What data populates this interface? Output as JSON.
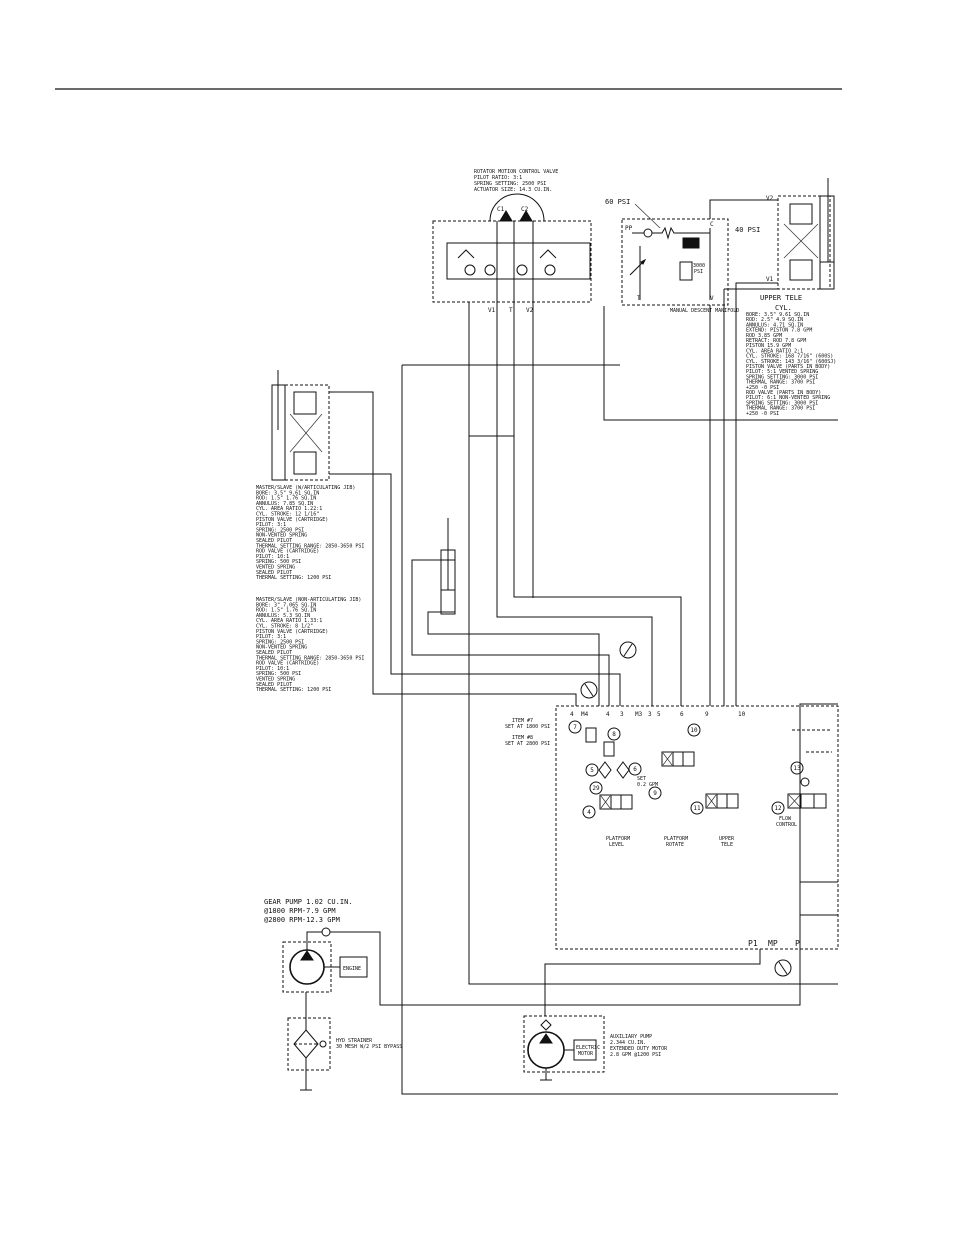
{
  "rotator_valve": {
    "label": [
      "ROTATOR MOTION CONTROL VALVE",
      "PILOT RATIO: 3:1",
      "SPRING SETTING: 2500 PSI",
      "ACTUATOR SIZE: 14.3 CU.IN."
    ],
    "c1": "C1",
    "c2": "C2",
    "v1": "V1",
    "t": "T",
    "v2": "V2"
  },
  "manual_descent": {
    "psi60": "60 PSI",
    "psi40": "40 PSI",
    "pp": "PP",
    "c": "C",
    "t": "T",
    "v": "V",
    "psi3000": [
      "3000",
      "PSI"
    ],
    "label": "MANUAL DESCENT MANIFOLD"
  },
  "upper_tele": {
    "v2": "V2",
    "v1": "V1",
    "title": "UPPER TELE",
    "cyl": "CYL.",
    "specs": [
      "BORE: 3.5\" 9.61 SQ.IN",
      "ROD: 2.5\" 4.9 SQ.IN",
      "ANNULUS: 4.71 SQ.IN",
      "EXTEND: PISTON 7.8 GPM",
      "         ROD 3.85 GPM",
      "RETRACT: ROD 7.8 GPM",
      "         PISTON 15.9 GPM",
      "CYL. AREA RATIO 2:1",
      "CYL. STROKE: 168 7/16\" (600S)",
      "CYL. STROKE: 143 3/16\" (600SJ)",
      "PISTON VALVE (PARTS IN BODY)",
      "  PILOT: 5:1 VENTED SPRING",
      "  SPRING SETTING: 3000 PSI",
      "  THERMAL RANGE: 3700 PSI",
      "  +250 -0 PSI",
      "ROD VALVE (PARTS IN BODY)",
      "  PILOT: 6:1 NON-VENTED SPRING",
      "  SPRING SETTING: 3000 PSI",
      "  THERMAL RANGE: 3700 PSI",
      "  +250 -0 PSI"
    ]
  },
  "master_slave_art": {
    "specs": [
      "MASTER/SLAVE (W/ARTICULATING JIB)",
      "BORE: 3.5\" 9.61 SQ.IN",
      "ROD: 1.5\" 1.76 SQ.IN",
      "ANNULUS: 7.85 SQ.IN",
      "CYL. AREA RATIO 1.22:1",
      "CYL. STROKE: 12 1/16\"",
      "PISTON VALVE (CARTRIDGE)",
      "  PILOT: 3:1",
      "  SPRING: 2500 PSI",
      "  NON-VENTED SPRING",
      "  SEALED PILOT",
      "  THERMAL SETTING RANGE: 2850-3650 PSI",
      "ROD VALVE (CARTRIDGE)",
      "  PILOT: 10:1",
      "  SPRING: 500 PSI",
      "  VENTED SPRING",
      "  SEALED PILOT",
      "  THERMAL SETTING: 1200 PSI"
    ]
  },
  "master_slave_non": {
    "specs": [
      "MASTER/SLAVE (NON-ARTICULATING JIB)",
      "BORE: 3\" 7.065 SQ.IN",
      "ROD: 1.5\" 1.76 SQ.IN",
      "ANNULUS: 5.3 SQ.IN",
      "CYL. AREA RATIO 1.33:1",
      "CYL. STROKE: 8 1/2\"",
      "PISTON VALVE (CARTRIDGE)",
      "  PILOT: 3:1",
      "  SPRING: 2500 PSI",
      "  NON-VENTED SPRING",
      "  SEALED PILOT",
      "  THERMAL SETTING RANGE: 2850-3650 PSI",
      "ROD VALVE (CARTRIDGE)",
      "  PILOT: 10:1",
      "  SPRING: 500 PSI",
      "  VENTED SPRING",
      "  SEALED PILOT",
      "  THERMAL SETTING: 1200 PSI"
    ]
  },
  "manifold": {
    "ports": [
      "4",
      "M4",
      "4",
      "3",
      "M3",
      "3",
      "5",
      "6",
      "9",
      "10"
    ],
    "item7": [
      "ITEM #7",
      "SET AT 1800 PSI"
    ],
    "item8": [
      "ITEM #8",
      "SET AT 2800 PSI"
    ],
    "set": [
      "SET",
      "0.2 GPM"
    ],
    "callouts": [
      "7",
      "8",
      "5",
      "6",
      "9",
      "4",
      "29",
      "10",
      "11",
      "12",
      "13"
    ],
    "platform_level": [
      "PLATFORM",
      "LEVEL"
    ],
    "platform_rotate": [
      "PLATFORM",
      "ROTATE"
    ],
    "upper_tele": [
      "UPPER",
      "TELE"
    ],
    "flow_control": [
      "FLOW",
      "CONTROL"
    ],
    "p1": "P1",
    "mp": "MP",
    "p": "P"
  },
  "gear_pump": {
    "label": [
      "GEAR PUMP 1.02 CU.IN.",
      "@1800 RPM-7.9 GPM",
      "@2800 RPM-12.3 GPM"
    ],
    "engine": "ENGINE"
  },
  "strainer": {
    "label": [
      "HYD STRAINER",
      "30 MESH W/2 PSI BYPASS"
    ]
  },
  "aux_pump": {
    "label": [
      "AUXILIARY PUMP",
      "2.344 CU.IN.",
      "EXTENDED DUTY MOTOR",
      "2.8 GPM @1200 PSI"
    ],
    "motor": [
      "ELECTRIC",
      "MOTOR"
    ]
  }
}
